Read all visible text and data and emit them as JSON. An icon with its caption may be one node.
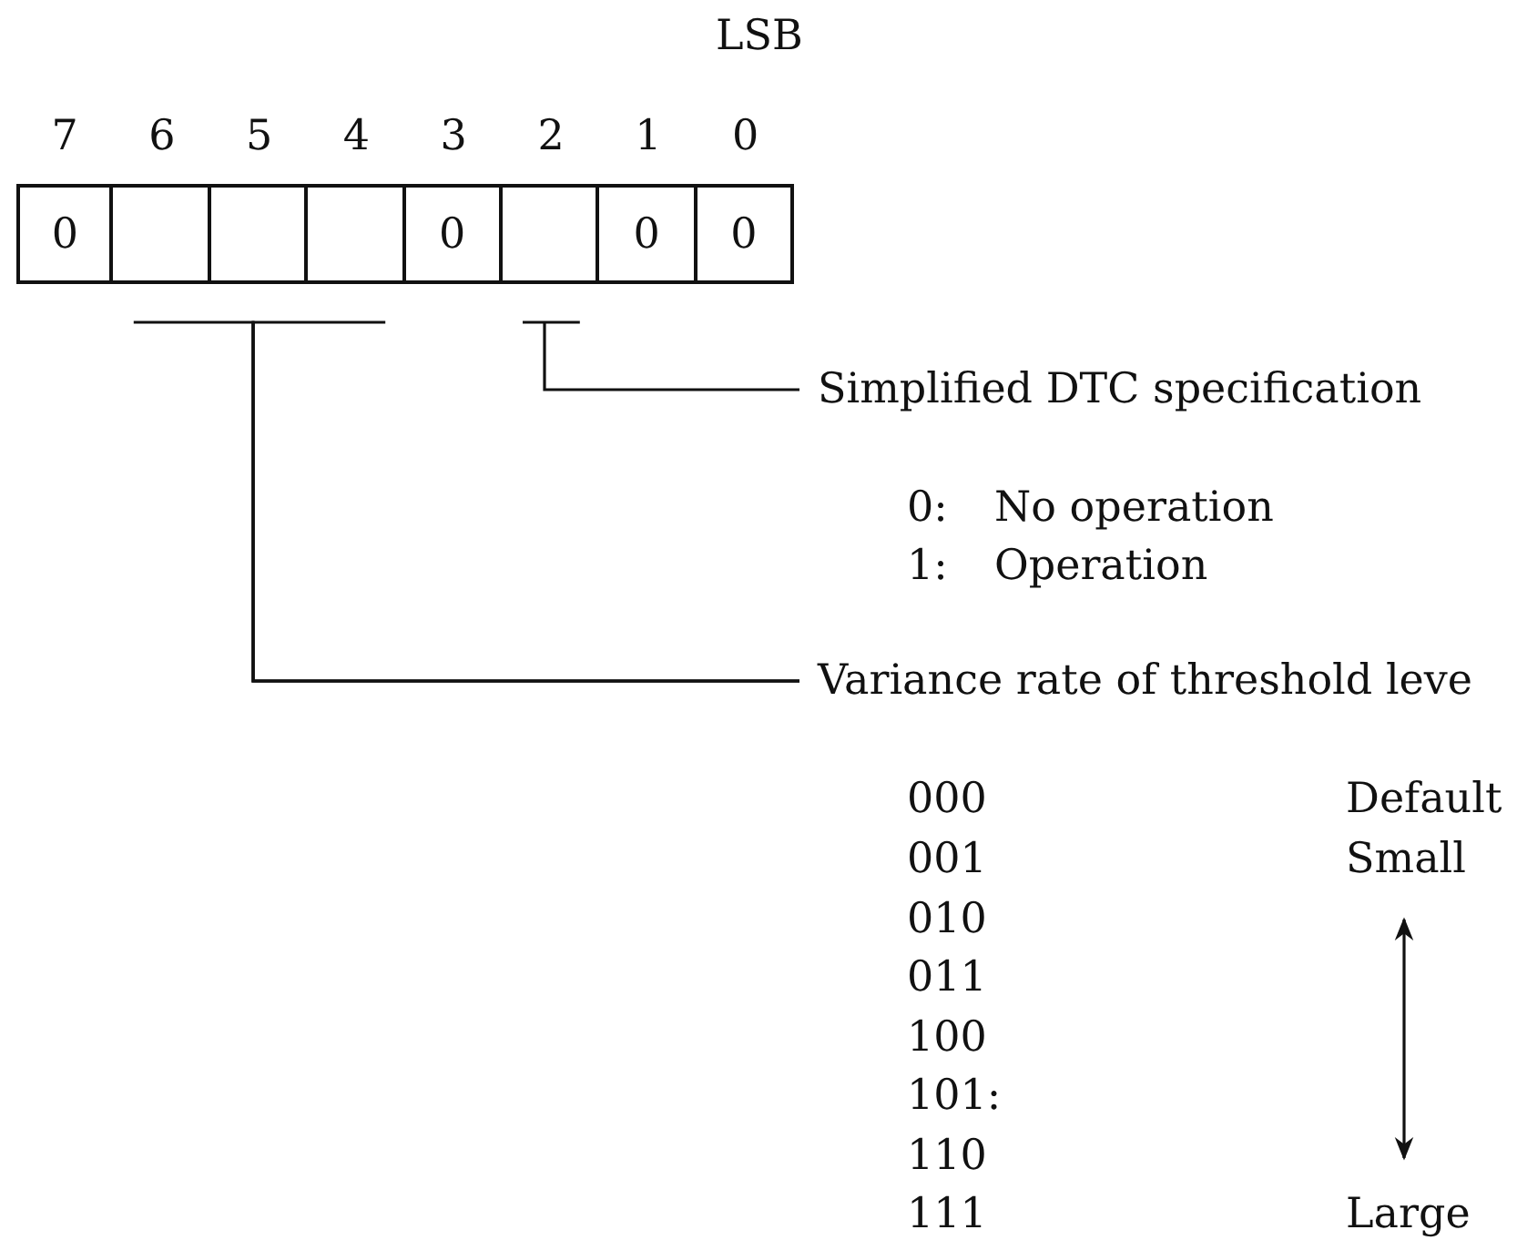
{
  "diagram": {
    "nodes": [
      {
        "text": [
          "0"
        ]
      },
      {
        "text": [],
        "shape": "box"
      },
      {
        "text": [],
        "shape": "box"
      },
      {
        "text": [],
        "shape": "box"
      },
      {
        "text": [
          "0"
        ]
      },
      {
        "text": [],
        "shape": "box"
      },
      {
        "text": [
          "0"
        ]
      },
      {
        "text": [
          "0"
        ]
      },
      {
        "text": [
          "Simplified DTC specification"
        ]
      },
      {
        "text": [
          "Variance rate of threshold leve"
        ]
      }
    ],
    "edges": [
      {
        "from": 8,
        "to": 5,
        "arrow": "none"
      },
      {
        "from": 9,
        "to": 1,
        "arrow": "none"
      },
      {
        "from": 9,
        "to": 2,
        "arrow": "none"
      },
      {
        "from": 9,
        "to": 3,
        "arrow": "none"
      }
    ],
    "labels": [
      "LSB",
      "7",
      "6",
      "5",
      "4",
      "3",
      "2",
      "1",
      "0",
      "0:",
      "No operation",
      "1:",
      "Operation",
      "000",
      "Default",
      "001",
      "Small",
      "010",
      "011",
      "100",
      "101:",
      "110",
      "111",
      "Large"
    ]
  }
}
